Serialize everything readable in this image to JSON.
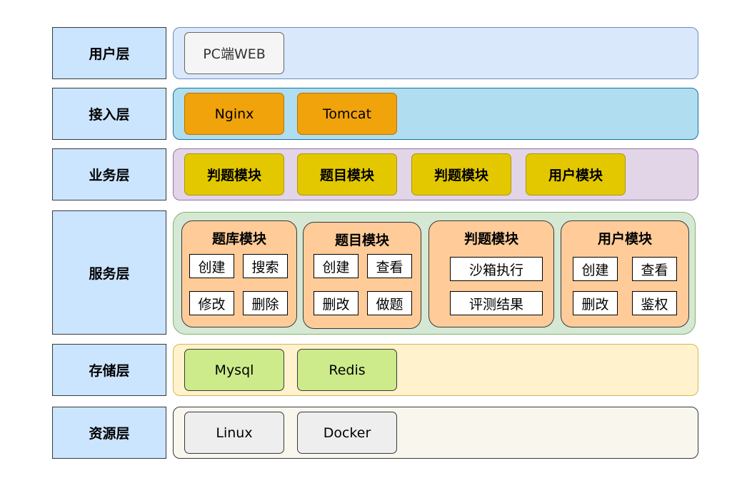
{
  "layers": [
    {
      "label": "用户层",
      "items": [
        "PC端WEB"
      ]
    },
    {
      "label": "接入层",
      "items": [
        "Nginx",
        "Tomcat"
      ]
    },
    {
      "label": "业务层",
      "items": [
        "判题模块",
        "题目模块",
        "判题模块",
        "用户模块"
      ]
    },
    {
      "label": "服务层"
    },
    {
      "label": "存储层",
      "items": [
        "Mysql",
        "Redis"
      ]
    },
    {
      "label": "资源层",
      "items": [
        "Linux",
        "Docker"
      ]
    }
  ],
  "service_modules": [
    {
      "title": "题库模块",
      "items": [
        "创建",
        "搜索",
        "修改",
        "删除"
      ]
    },
    {
      "title": "题目模块",
      "items": [
        "创建",
        "查看",
        "删改",
        "做题"
      ]
    },
    {
      "title": "判题模块",
      "items": [
        "沙箱执行",
        "评测结果"
      ]
    },
    {
      "title": "用户模块",
      "items": [
        "创建",
        "查看",
        "删改",
        "鉴权"
      ]
    }
  ]
}
